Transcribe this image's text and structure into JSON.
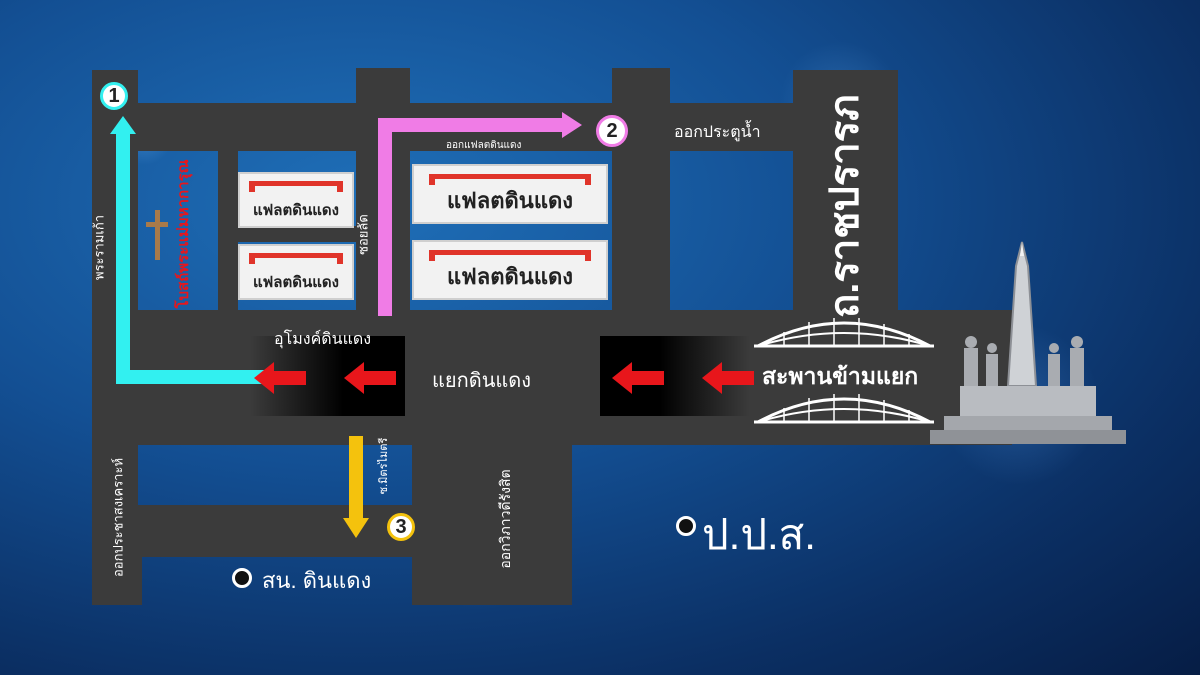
{
  "markers": {
    "m1": "1",
    "m2": "2",
    "m3": "3"
  },
  "roads": {
    "phra_ram_kao": "พระรามเก้า",
    "soi_lat": "ซอยลัด",
    "ratchaprarop": "ถ.ราชปรารภ",
    "ok_pratu_nam": "ออกประตูน้ำ",
    "ok_flat_din_daeng": "ออกแฟลตดินแดง",
    "tunnel_din_daeng": "อุโมงค์ดินแดง",
    "yaek_din_daeng": "แยกดินแดง",
    "saphan_kham_yaek": "สะพานข้ามแยก",
    "soi_mitmaitri": "ซ.มิตรไมตรี",
    "ok_pracha_songkhro": "ออกประชาสงเคราะห์",
    "ok_wiphawadi": "ออกวิภาวดีรังสิต"
  },
  "buildings": {
    "flat_label": "แฟลตดินแดง",
    "church": "โบสถ์พระแม่มหาการุณ"
  },
  "places": {
    "police_station": "สน. ดินแดง",
    "ppa": "ป.ป.ส."
  },
  "colors": {
    "route1": "#32f0f0",
    "route2": "#f07ce6",
    "route3": "#f4c20d",
    "arrow": "#e8161b",
    "road": "#3b3b3b"
  },
  "icons": [
    "cross-icon",
    "bridge-icon",
    "monument-icon",
    "arrow-left-icon"
  ]
}
